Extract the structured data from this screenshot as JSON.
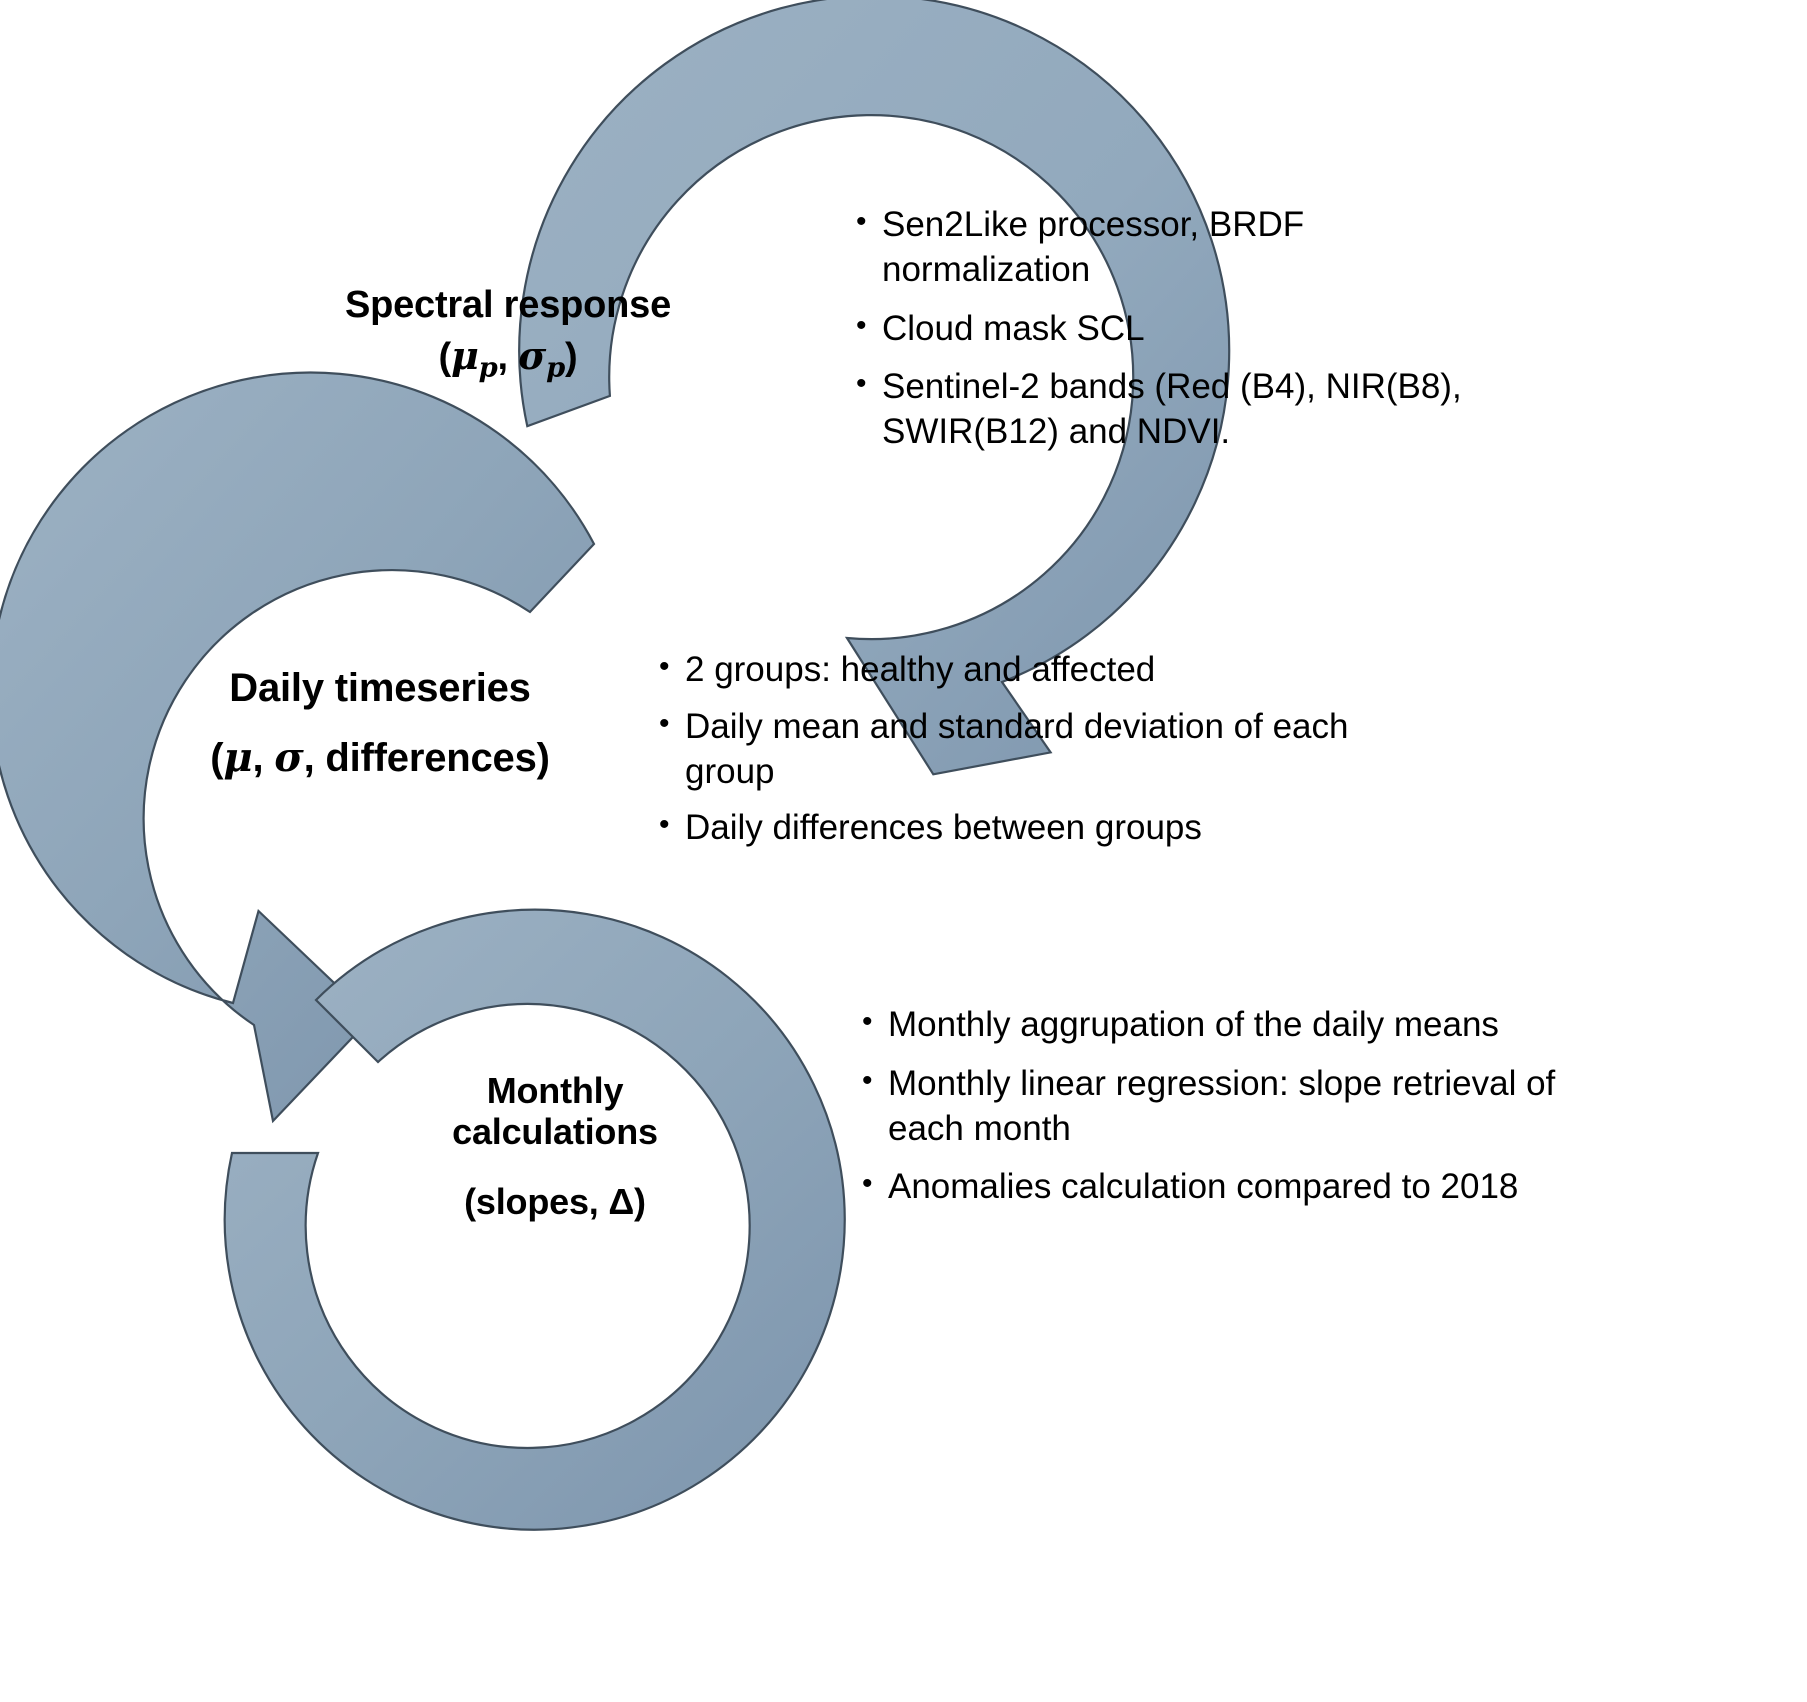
{
  "figure": {
    "type": "process-flow-diagram",
    "title": "Spectral response to monthly calculations workflow",
    "colors": {
      "ring_light": "#9aafc1",
      "ring_mid": "#8ca3b8",
      "ring_dark": "#7b93ab",
      "outline": "#3b4a57",
      "text": "#000000",
      "background": "#ffffff"
    }
  },
  "stages": [
    {
      "id": "spectral-response",
      "title": "Spectral response",
      "subtitle_prefix": "(",
      "subtitle_mu": "μ",
      "subtitle_mu_sub": "p",
      "subtitle_sep": ", ",
      "subtitle_sigma": "σ",
      "subtitle_sigma_sub": "p",
      "subtitle_suffix": ")",
      "subtitle_plain": "(μₚ, σₚ)",
      "bullets": [
        "Sen2Like processor, BRDF normalization",
        "Cloud mask SCL",
        "Sentinel-2 bands (Red (B4), NIR(B8), SWIR(B12) and NDVI."
      ]
    },
    {
      "id": "daily-timeseries",
      "title": "Daily timeseries",
      "subtitle_prefix": "(",
      "subtitle_mu": "μ",
      "subtitle_mu_sub": "",
      "subtitle_sep": ", ",
      "subtitle_sigma": "σ",
      "subtitle_sigma_sub": "",
      "subtitle_tail": ", differences",
      "subtitle_suffix": ")",
      "subtitle_plain": "(μ, σ, differences)",
      "bullets": [
        "2 groups: healthy and affected",
        "Daily mean and standard deviation of each group",
        "Daily differences between groups"
      ]
    },
    {
      "id": "monthly-calculations",
      "title_line1": "Monthly",
      "title_line2": "calculations",
      "subtitle_plain": "(slopes, Δ)",
      "bullets": [
        "Monthly aggrupation of the daily means",
        "Monthly linear regression: slope retrieval of each month",
        "Anomalies calculation compared to 2018"
      ]
    }
  ]
}
